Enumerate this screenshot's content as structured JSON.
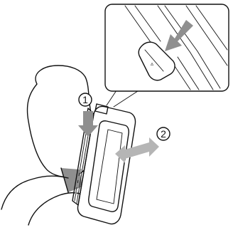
{
  "callouts": [
    {
      "label": "1",
      "meaning": "step-1-slide-onto-headrest-bracket"
    },
    {
      "label": "2",
      "meaning": "step-2-pull-player-away"
    }
  ],
  "inset": {
    "tab_glyph": "▵",
    "arrow_color": "#8f8f8f"
  },
  "colors": {
    "outline": "#111111",
    "arrow": "#8f8f8f",
    "background": "#ffffff"
  }
}
